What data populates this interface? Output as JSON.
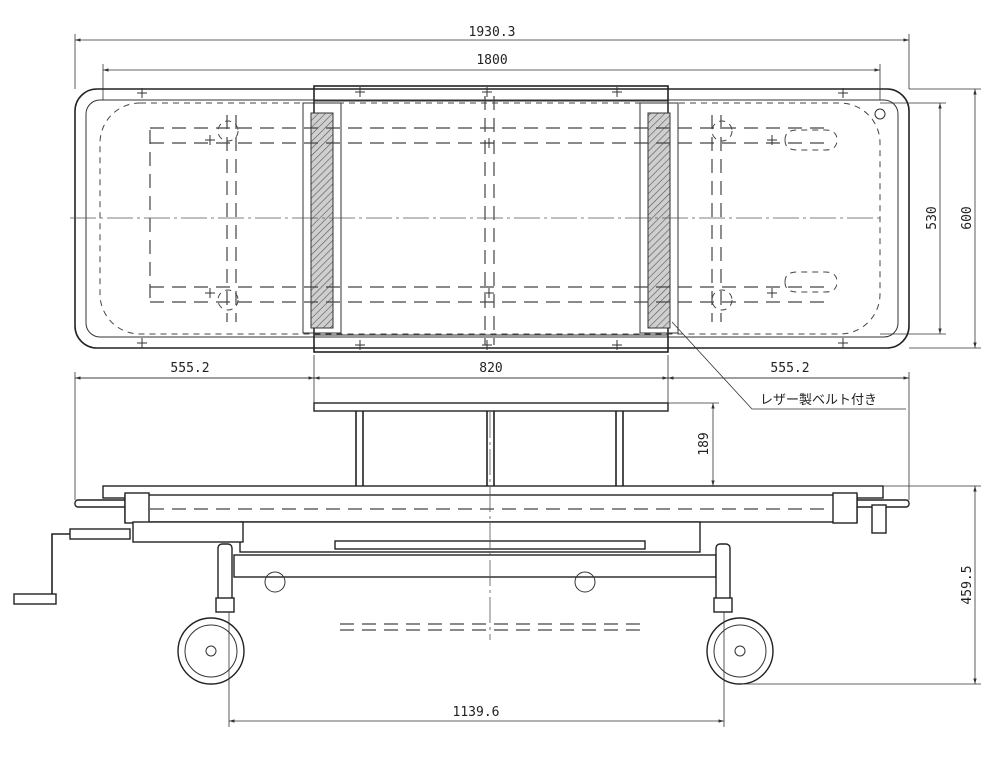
{
  "dimensions": {
    "overall_length": "1930.3",
    "frame_length": "1800",
    "inner_width": "530",
    "overall_width": "600",
    "side_left": "555.2",
    "center_span": "820",
    "side_right": "555.2",
    "table_height": "189",
    "bed_height": "459.5",
    "wheelbase": "1139.6"
  },
  "annotations": {
    "leather_belt": "レザー製ベルト付き"
  },
  "colors": {
    "line": "#333333",
    "belt_fill": "#bdbdbd",
    "background": "#ffffff"
  }
}
